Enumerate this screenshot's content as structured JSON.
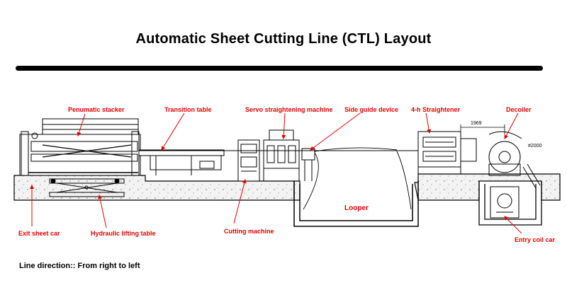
{
  "title": "Automatic Sheet Cutting Line (CTL) Layout",
  "labels": {
    "penumatic_stacker": "Penumatic stacker",
    "transition_table": "Transition table",
    "servo_straightening_machine": "Servo straightening machine",
    "side_guide_device": "Side guide device",
    "four_h_straightener": "4-h Straightener",
    "decoiler": "Decoiler",
    "exit_sheet_car": "Exit sheet car",
    "hydraulic_lifting_table": "Hydraulic lifting table",
    "cutting_machine": "Cutting machine",
    "looper": "Looper",
    "entry_coil_car": "Entry coil car"
  },
  "dimensions": {
    "width_1969": "1969",
    "diameter_2000": "#2000"
  },
  "line_direction": "Line direction:: From right to left",
  "colors": {
    "label": "#e00000",
    "line": "#000000",
    "ground": "#f2f2f2"
  }
}
